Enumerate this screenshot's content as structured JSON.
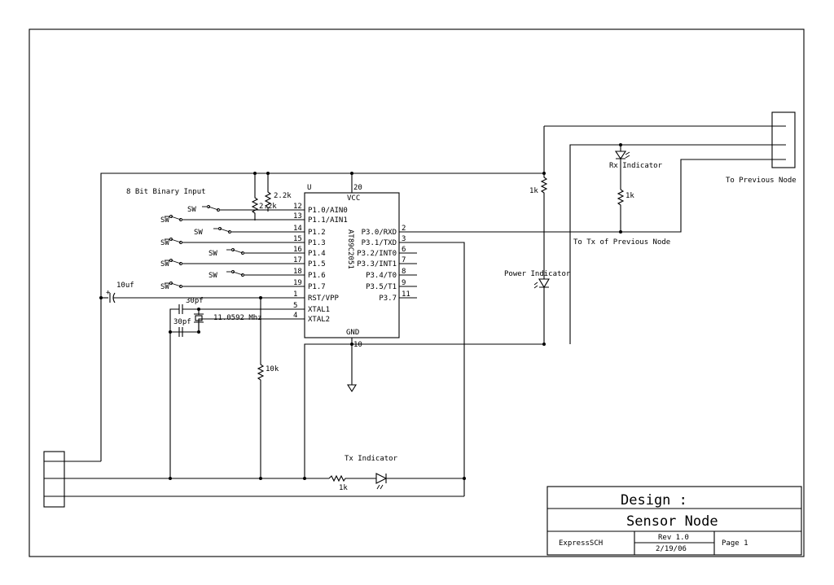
{
  "labels": {
    "binary_input": "8 Bit Binary Input",
    "pot_value": "2.2k",
    "pot_value_2": "2.2k",
    "cap_10uf": "10uf",
    "cap_30pf_top": "30pf",
    "cap_30pf_bottom": "30pf",
    "crystal": "11.0592 Mhz",
    "r10k": "10k",
    "r1k_left": "1k",
    "r1k_rx": "1k",
    "r1k_tx": "1k",
    "rx_indicator": "Rx Indicator",
    "power_indicator": "Power Indicator",
    "tx_indicator": "Tx Indicator",
    "to_previous_node": "To Previous Node",
    "to_tx_previous": "To Tx of Previous Node",
    "sw": "SW"
  },
  "chip": {
    "name": "AT89C2051",
    "ref": "U",
    "vcc": "VCC",
    "gnd": "GND",
    "vcc_pin": "20",
    "gnd_pin": "10",
    "left_pins": [
      {
        "num": "12",
        "name": "P1.0/AIN0"
      },
      {
        "num": "13",
        "name": "P1.1/AIN1"
      },
      {
        "num": "14",
        "name": "P1.2"
      },
      {
        "num": "15",
        "name": "P1.3"
      },
      {
        "num": "16",
        "name": "P1.4"
      },
      {
        "num": "17",
        "name": "P1.5"
      },
      {
        "num": "18",
        "name": "P1.6"
      },
      {
        "num": "19",
        "name": "P1.7"
      },
      {
        "num": "1",
        "name": "RST/VPP"
      },
      {
        "num": "5",
        "name": "XTAL1"
      },
      {
        "num": "4",
        "name": "XTAL2"
      }
    ],
    "right_pins": [
      {
        "num": "2",
        "name": "P3.0/RXD"
      },
      {
        "num": "3",
        "name": "P3.1/TXD"
      },
      {
        "num": "6",
        "name": "P3.2/INT0"
      },
      {
        "num": "7",
        "name": "P3.3/INT1"
      },
      {
        "num": "8",
        "name": "P3.4/T0"
      },
      {
        "num": "9",
        "name": "P3.5/T1"
      },
      {
        "num": "11",
        "name": "P3.7"
      }
    ]
  },
  "title_block": {
    "design_label": "Design :",
    "design_name": "Sensor Node",
    "tool": "ExpressSCH",
    "rev": "Rev 1.0",
    "date": "2/19/06",
    "page": "Page 1"
  }
}
